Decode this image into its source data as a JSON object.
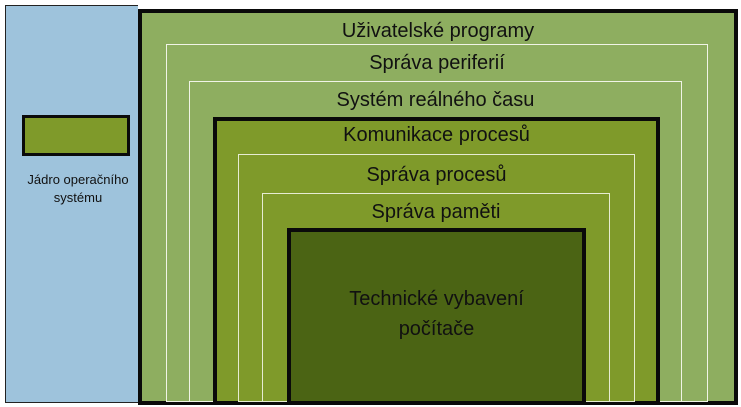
{
  "legend": {
    "label_line1": "Jádro operačního",
    "label_line2": "systému",
    "swatch_color": "#7f9a2a",
    "panel_color": "#9ec3dc"
  },
  "layers": {
    "user_programs": "Uživatelské programy",
    "peripheral_management": "Správa periferií",
    "real_time_system": "Systém reálného času",
    "process_communication": "Komunikace procesů",
    "process_management": "Správa procesů",
    "memory_management": "Správa paměti",
    "hardware_line1": "Technické vybavení",
    "hardware_line2": "počítače"
  },
  "colors": {
    "outer_layers": "#8eae60",
    "kernel_layers": "#7f9a2a",
    "hardware": "#4b6414"
  }
}
